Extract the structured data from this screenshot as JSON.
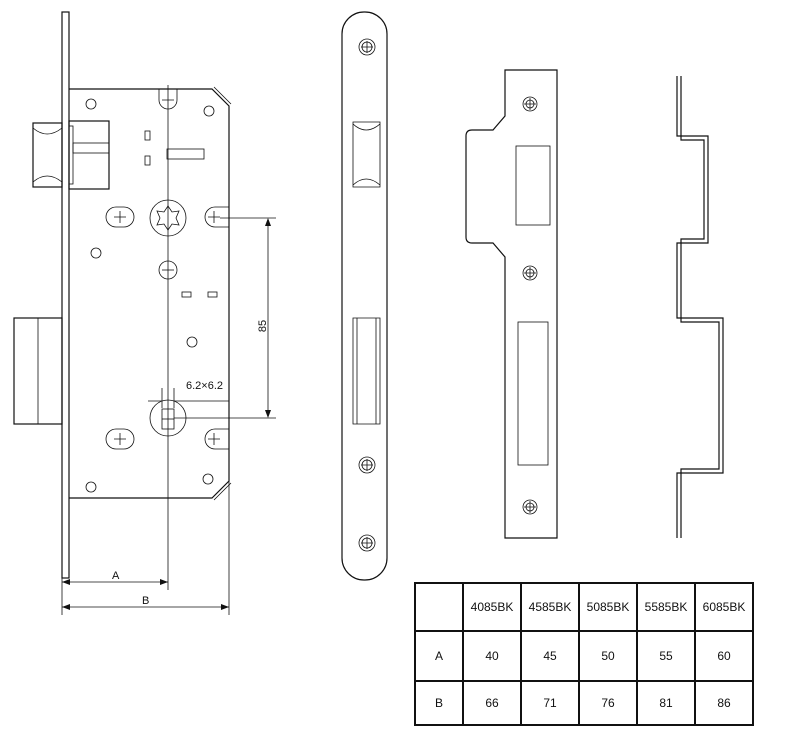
{
  "drawing": {
    "dimension_85": "85",
    "dimension_square": "6.2×6.2",
    "dimension_a": "A",
    "dimension_b": "B"
  },
  "table": {
    "columns": [
      "4085BK",
      "4585BK",
      "5085BK",
      "5585BK",
      "6085BK"
    ],
    "rows": [
      {
        "label": "A",
        "values": [
          "40",
          "45",
          "50",
          "55",
          "60"
        ]
      },
      {
        "label": "B",
        "values": [
          "66",
          "71",
          "76",
          "81",
          "86"
        ]
      }
    ]
  }
}
